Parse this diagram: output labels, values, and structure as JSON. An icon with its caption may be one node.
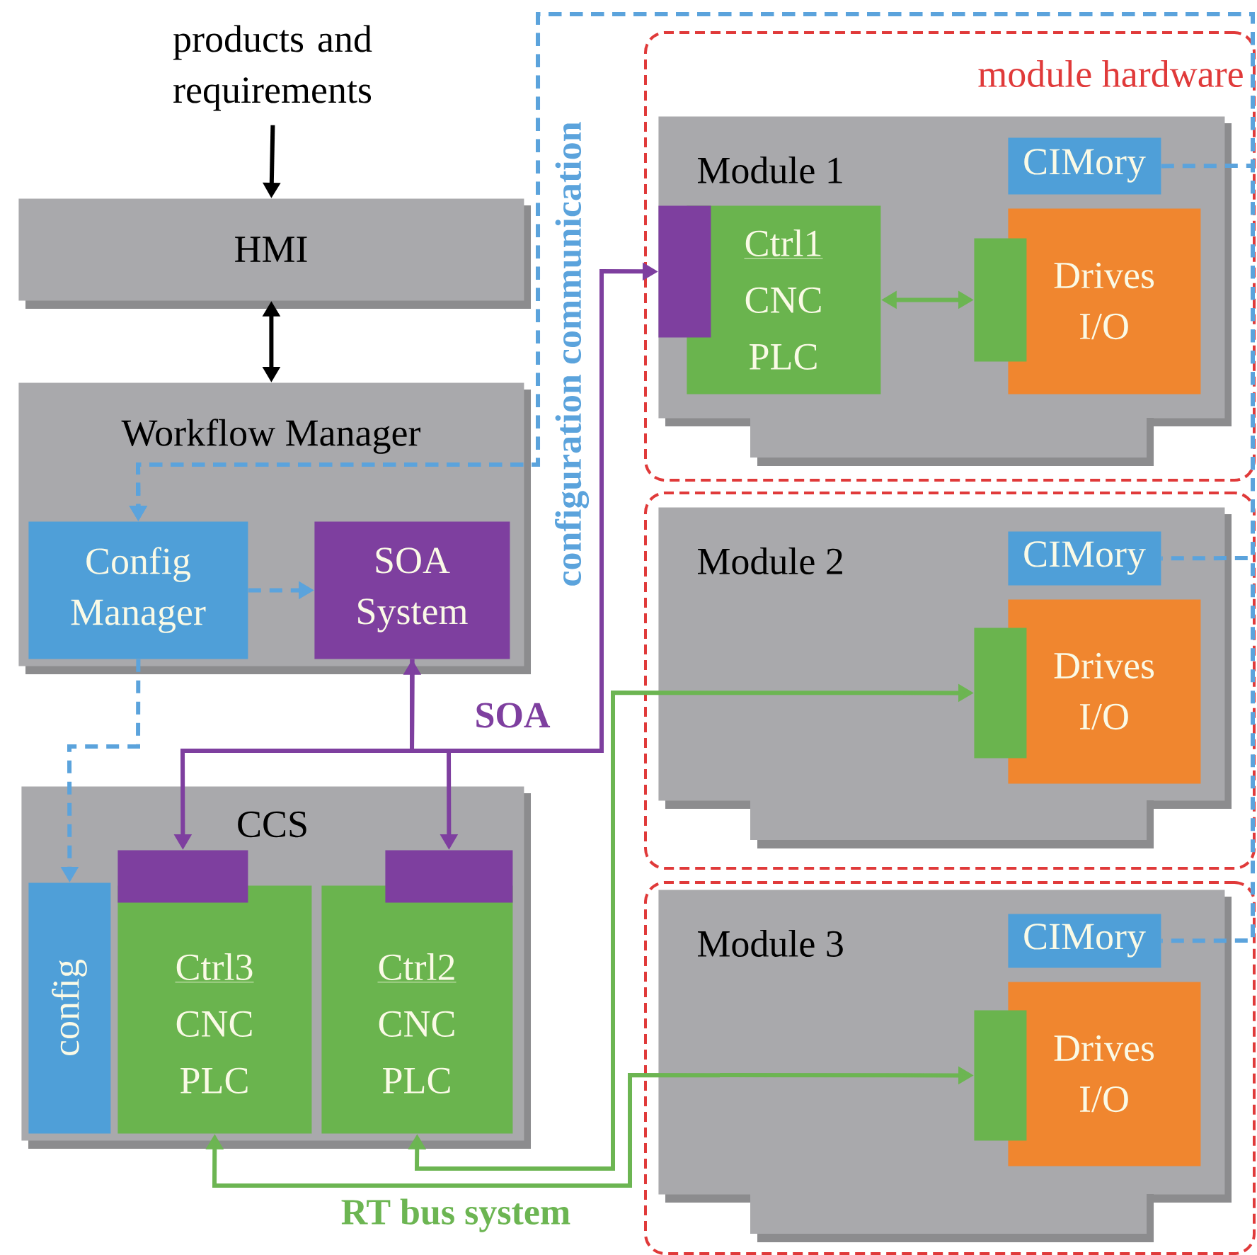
{
  "diagram": {
    "nodes": [
      {
        "text": [
          "HMI"
        ]
      },
      {
        "text": [
          "Workflow Manager"
        ]
      },
      {
        "text": [
          "Config Manager"
        ],
        "in": 1
      },
      {
        "text": [
          "SOA System"
        ],
        "in": 1
      },
      {
        "text": [
          "CCS"
        ]
      },
      {
        "text": [
          "config"
        ],
        "in": 4
      },
      {
        "text": [
          "Ctrl3",
          "CNC PLC"
        ],
        "in": 4
      },
      {
        "text": [],
        "shape": "box",
        "in": 4
      },
      {
        "text": [
          "Ctrl2",
          "CNC PLC"
        ],
        "in": 4
      },
      {
        "text": [],
        "shape": "box",
        "in": 4
      },
      {
        "text": [
          "module hardware"
        ]
      },
      {
        "text": [
          "Module 1"
        ],
        "in": 10
      },
      {
        "text": [
          "CIMory"
        ],
        "in": 11
      },
      {
        "text": [
          "Ctrl1",
          "CNC PLC"
        ],
        "in": 11
      },
      {
        "text": [],
        "shape": "box",
        "in": 11
      },
      {
        "text": [
          "Drives I/O"
        ],
        "in": 11
      },
      {
        "text": [],
        "shape": "box",
        "in": 11
      },
      {
        "text": [],
        "shape": "box"
      },
      {
        "text": [
          "Module 2"
        ],
        "in": 17
      },
      {
        "text": [
          "CIMory"
        ],
        "in": 18
      },
      {
        "text": [
          "Drives I/O"
        ],
        "in": 18
      },
      {
        "text": [],
        "shape": "box",
        "in": 18
      },
      {
        "text": [],
        "shape": "box"
      },
      {
        "text": [
          "Module 3"
        ],
        "in": 22
      },
      {
        "text": [
          "CIMory"
        ],
        "in": 23
      },
      {
        "text": [
          "Drives I/O"
        ],
        "in": 23
      },
      {
        "text": [],
        "shape": "box",
        "in": 23
      },
      {
        "text": [
          "products and requirements"
        ]
      }
    ],
    "edges": [
      {
        "from": 27,
        "to": 0,
        "arrow": "to",
        "color": "#000000"
      },
      {
        "from": 0,
        "to": 1,
        "arrow": "both",
        "color": "#000000"
      },
      {
        "from": 12,
        "to": 2,
        "arrow": "to",
        "style": "dashed",
        "color": "#5ba3dc",
        "label": "configuration communication"
      },
      {
        "from": 19,
        "to": 2,
        "arrow": "to",
        "style": "dashed",
        "color": "#5ba3dc"
      },
      {
        "from": 24,
        "to": 2,
        "arrow": "to",
        "style": "dashed",
        "color": "#5ba3dc"
      },
      {
        "from": 2,
        "to": 3,
        "arrow": "to",
        "style": "dashed",
        "color": "#5ba3dc"
      },
      {
        "from": 2,
        "to": 5,
        "arrow": "to",
        "style": "dashed",
        "color": "#5ba3dc"
      },
      {
        "from": 3,
        "to": 7,
        "arrow": "both",
        "color": "#7e3f9f",
        "label": "SOA"
      },
      {
        "from": 3,
        "to": 9,
        "arrow": "to",
        "color": "#7e3f9f"
      },
      {
        "from": 3,
        "to": 14,
        "arrow": "to",
        "color": "#7e3f9f"
      },
      {
        "from": 13,
        "to": 16,
        "arrow": "both",
        "color": "#6cb552"
      },
      {
        "from": 8,
        "to": 21,
        "arrow": "both",
        "color": "#6cb552",
        "label": "RT bus system"
      },
      {
        "from": 6,
        "to": 26,
        "arrow": "both",
        "color": "#6cb552"
      }
    ]
  }
}
